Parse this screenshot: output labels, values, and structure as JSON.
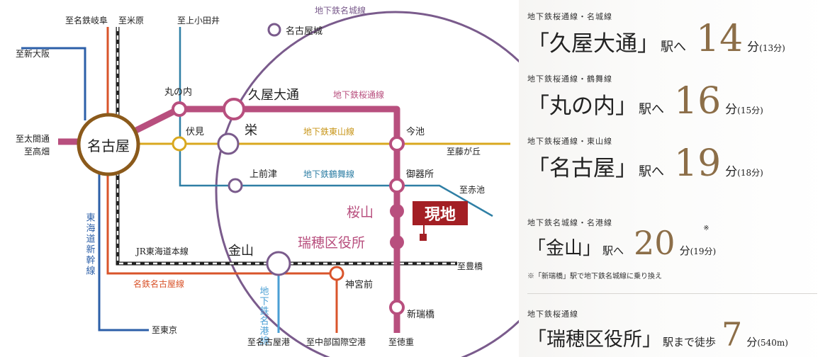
{
  "map": {
    "directions": {
      "meitetsu_gifu": "至名鉄岐阜",
      "beimai": "至米原",
      "kamiotai": "至上小田井",
      "shinosaka": "至新大阪",
      "taikoudori": "至太閤通",
      "takabata": "至高畑",
      "fujigaoka": "至藤が丘",
      "akaike": "至赤池",
      "toyohashi": "至豊橋",
      "tokyo": "至東京",
      "nagoyako": "至名古屋港",
      "airport": "至中部国際空港",
      "tokushige": "至徳重"
    },
    "stations": {
      "nagoya": "名古屋",
      "nagoyajo": "名古屋城",
      "marunouchi": "丸の内",
      "hisaya": "久屋大通",
      "fushimi": "伏見",
      "sakae": "栄",
      "imaike": "今池",
      "kamimaezu": "上前津",
      "gokiso": "御器所",
      "sakurayama": "桜山",
      "mizuho": "瑞穂区役所",
      "kanayama": "金山",
      "jingumae": "神宮前",
      "aratama": "新瑞橋"
    },
    "lines": {
      "meijo": "地下鉄名城線",
      "sakuradori": "地下鉄桜通線",
      "higashiyama": "地下鉄東山線",
      "tsurumai": "地下鉄鶴舞線",
      "jr_tokaido": "JR東海道本線",
      "shinkansen": "東海道新幹線",
      "meitetsu": "名鉄名古屋線",
      "meiko": "地下鉄名港線"
    },
    "current_location": "現地",
    "colors": {
      "meijo": "#7a5b8c",
      "sakuradori": "#b84f7e",
      "higashiyama": "#d9a81f",
      "tsurumai": "#2f7fa5",
      "meitetsu": "#d9542b",
      "shinkansen": "#2c5fa8",
      "nagoya_ring": "#8b5a1b",
      "current_location": "#a31f24"
    }
  },
  "access": [
    {
      "line": "地下鉄桜通線・名城線",
      "station": "「久屋大通」",
      "suffix": "駅へ",
      "minutes": "14",
      "unit": "分",
      "sub": "(13分)"
    },
    {
      "line": "地下鉄桜通線・鶴舞線",
      "station": "「丸の内」",
      "suffix": "駅へ",
      "minutes": "16",
      "unit": "分",
      "sub": "(15分)"
    },
    {
      "line": "地下鉄桜通線・東山線",
      "station": "「名古屋」",
      "suffix": "駅へ",
      "minutes": "19",
      "unit": "分",
      "sub": "(18分)"
    },
    {
      "line": "地下鉄名城線・名港線",
      "station": "「金山」",
      "suffix": "駅へ",
      "minutes": "20",
      "unit": "分",
      "sub": "(19分)",
      "mark": "※",
      "note": "※「新瑞橋」駅で地下鉄名城線に乗り換え"
    },
    {
      "line": "地下鉄桜通線",
      "station": "「瑞穂区役所」",
      "suffix": "駅まで徒歩",
      "minutes": "7",
      "unit": "分",
      "sub": "(540m)"
    }
  ]
}
